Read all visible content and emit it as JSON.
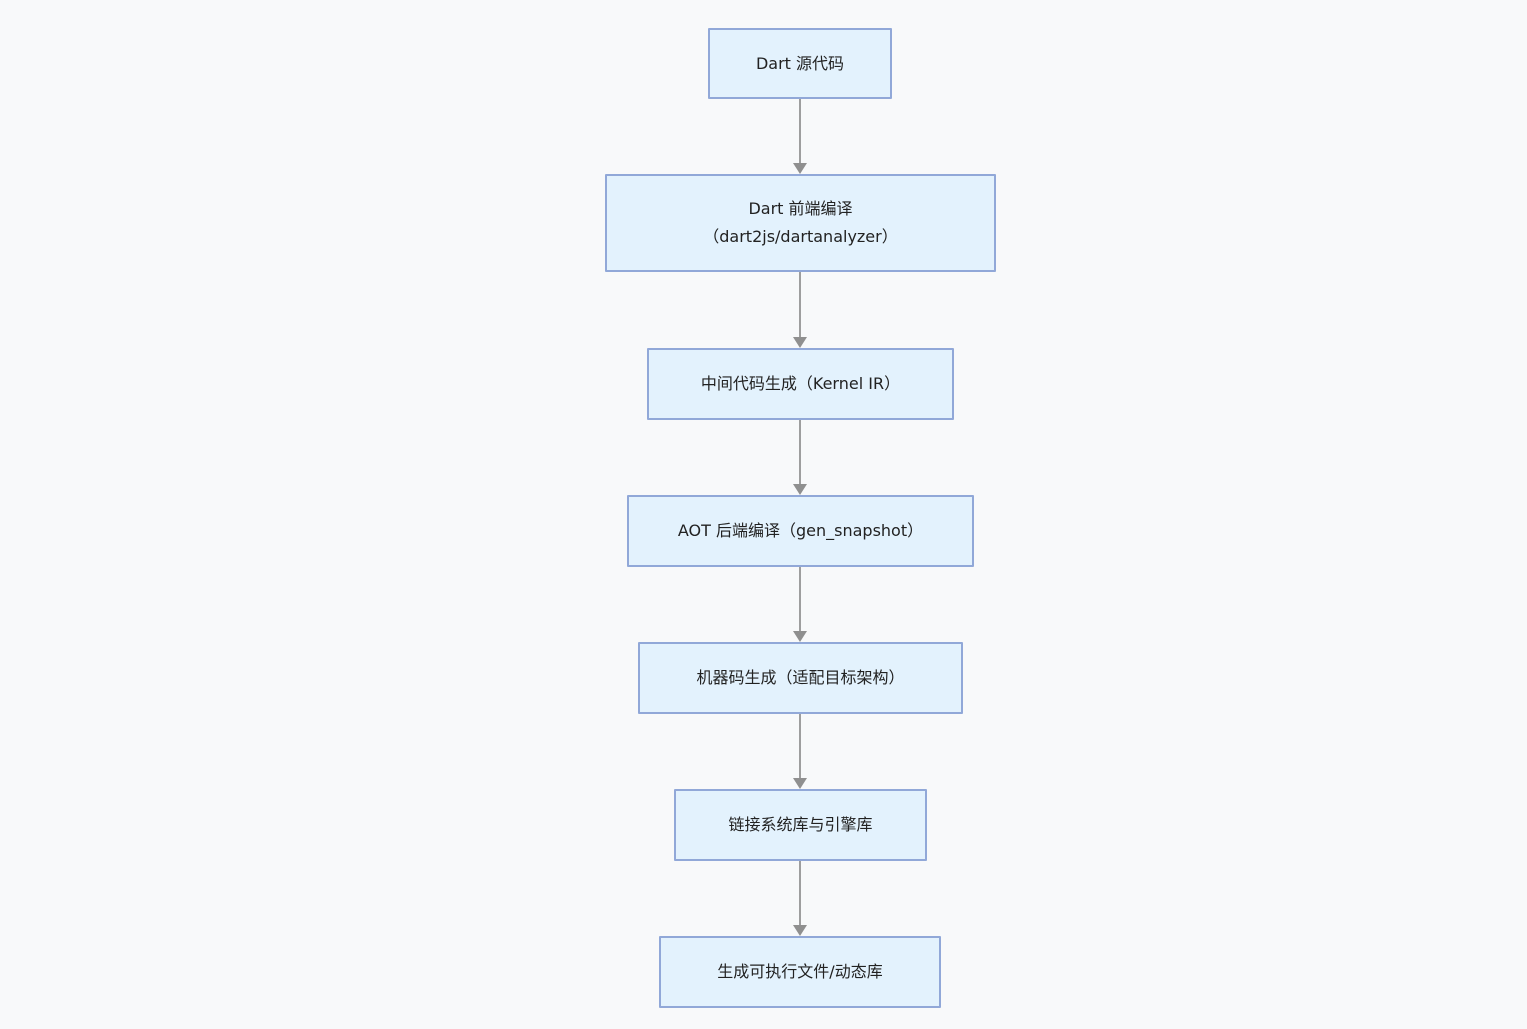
{
  "diagram": {
    "type": "flowchart",
    "direction": "top-down",
    "colors": {
      "background": "#f8f9fa",
      "node_fill": "#e3f2fd",
      "node_border": "#91a8d8",
      "arrow": "#9e9e9e",
      "text": "#222222"
    },
    "nodes": [
      {
        "label": "Dart 源代码"
      },
      {
        "label": "Dart 前端编译\n（dart2js/dartanalyzer）"
      },
      {
        "label": "中间代码生成（Kernel IR）"
      },
      {
        "label": "AOT 后端编译（gen_snapshot）"
      },
      {
        "label": "机器码生成（适配目标架构）"
      },
      {
        "label": "链接系统库与引擎库"
      },
      {
        "label": "生成可执行文件/动态库"
      }
    ],
    "edges": [
      {
        "from": 0,
        "to": 1
      },
      {
        "from": 1,
        "to": 2
      },
      {
        "from": 2,
        "to": 3
      },
      {
        "from": 3,
        "to": 4
      },
      {
        "from": 4,
        "to": 5
      },
      {
        "from": 5,
        "to": 6
      }
    ]
  }
}
